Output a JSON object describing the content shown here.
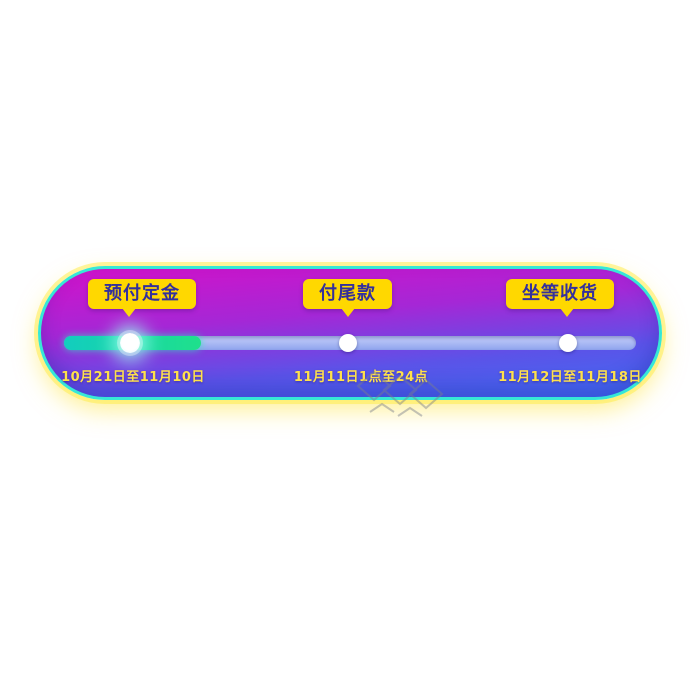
{
  "banner": {
    "stages": [
      {
        "label": "预付定金",
        "date": "10月21日至11月10日",
        "state": "active"
      },
      {
        "label": "付尾款",
        "date": "11月11日1点至24点",
        "state": "upcoming"
      },
      {
        "label": "坐等收货",
        "date": "11月12日至11月18日",
        "state": "upcoming"
      }
    ],
    "progress_percent": 24,
    "colors": {
      "bubble_bg": "#ffd800",
      "bubble_text": "#34309c",
      "banner_top": "#d312c9",
      "banner_mid": "#5b53e8",
      "banner_bottom": "#3e6df3",
      "border_teal": "#36e8d6",
      "glow_yellow": "#ffec50",
      "track": "#8fa4ee",
      "fill_start": "#12cdbf",
      "fill_end": "#1fe08b",
      "date_text": "#ffe14b"
    }
  }
}
